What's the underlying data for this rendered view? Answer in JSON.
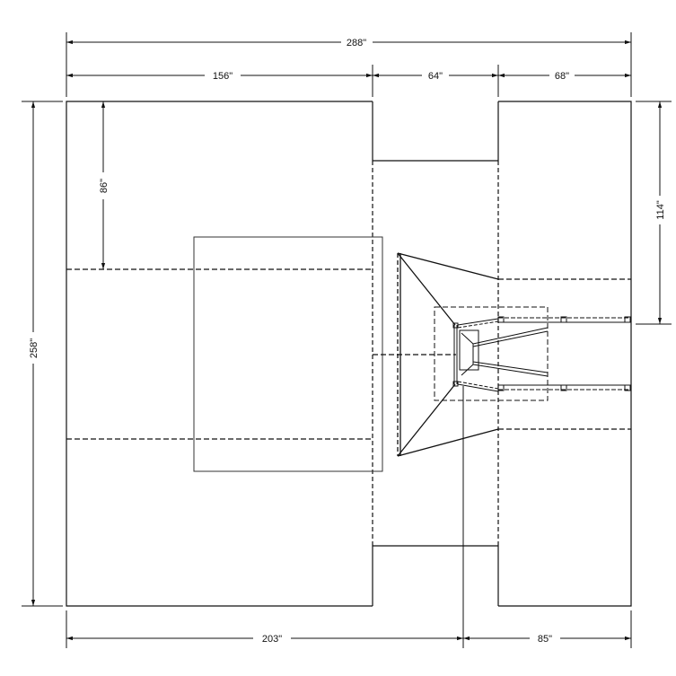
{
  "drawing": {
    "type": "plan-view dimensioned layout",
    "units": "inches"
  },
  "dimensions": {
    "overall_width": "288\"",
    "segment_left": "156\"",
    "segment_middle": "64\"",
    "segment_right": "68\"",
    "overall_height": "258\"",
    "left_top_offset": "86\"",
    "right_top_offset": "114\"",
    "bottom_left": "203\"",
    "bottom_right": "85\""
  },
  "colors": {
    "line": "#111111",
    "background": "#ffffff"
  }
}
